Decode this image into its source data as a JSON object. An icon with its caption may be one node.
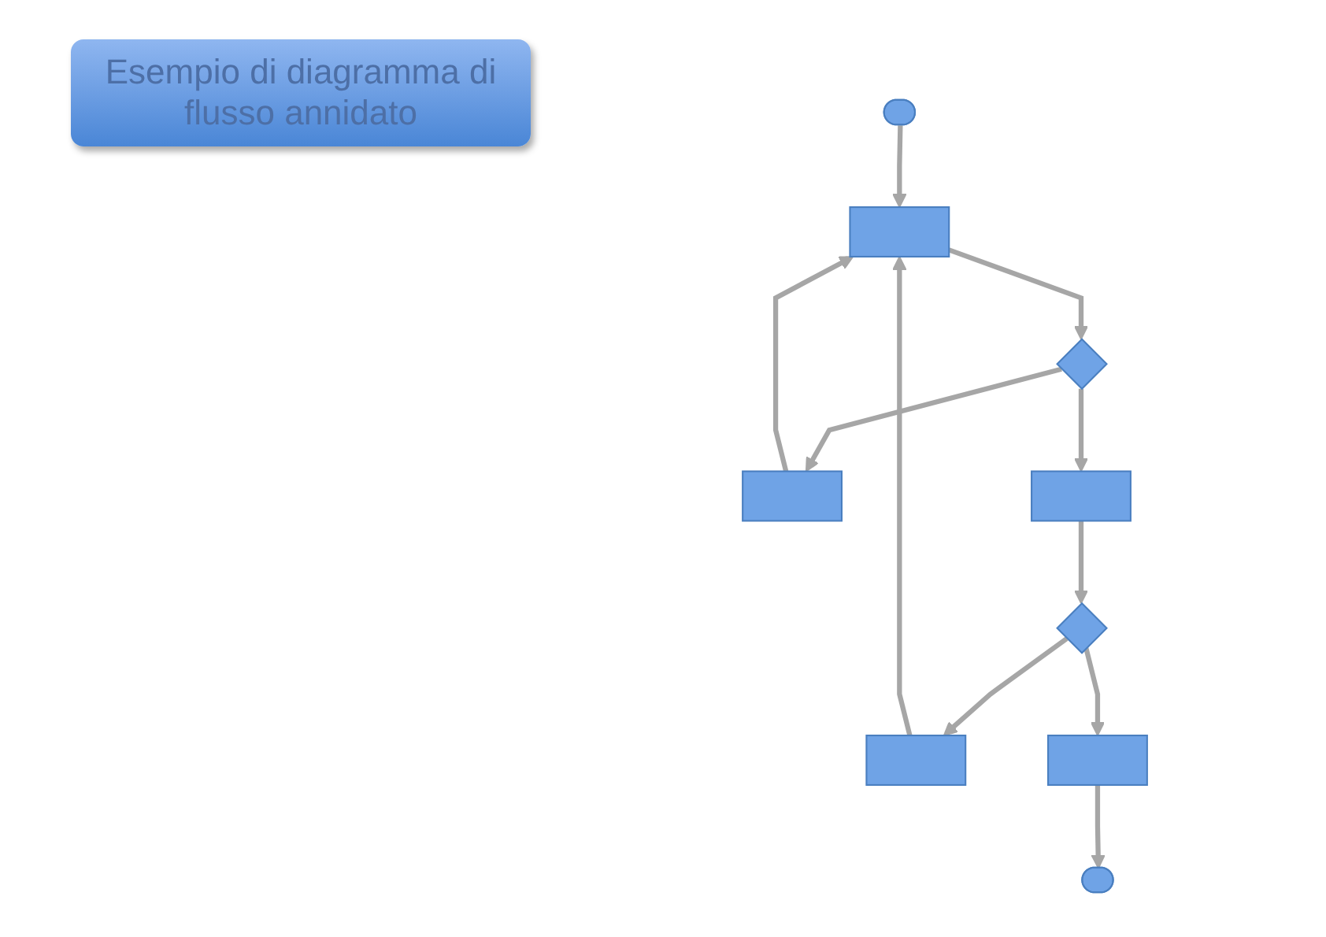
{
  "diagram": {
    "title": "Esempio di diagramma di flusso annidato",
    "nodes": [
      {
        "text": [],
        "shape": "ellipse"
      },
      {
        "text": [],
        "shape": "box"
      },
      {
        "text": [],
        "shape": "diamond"
      },
      {
        "text": [],
        "shape": "box"
      },
      {
        "text": [],
        "shape": "box"
      },
      {
        "text": [],
        "shape": "diamond"
      },
      {
        "text": [],
        "shape": "box"
      },
      {
        "text": [],
        "shape": "box"
      },
      {
        "text": [],
        "shape": "ellipse"
      }
    ],
    "edges": [
      {
        "from": 0,
        "to": 1,
        "arrow": "to"
      },
      {
        "from": 1,
        "to": 2,
        "arrow": "to"
      },
      {
        "from": 2,
        "to": 3,
        "arrow": "to"
      },
      {
        "from": 3,
        "to": 1,
        "arrow": "to"
      },
      {
        "from": 2,
        "to": 4,
        "arrow": "to"
      },
      {
        "from": 4,
        "to": 5,
        "arrow": "to"
      },
      {
        "from": 5,
        "to": 6,
        "arrow": "to"
      },
      {
        "from": 6,
        "to": 1,
        "arrow": "to"
      },
      {
        "from": 5,
        "to": 7,
        "arrow": "to"
      },
      {
        "from": 7,
        "to": 8,
        "arrow": "to"
      }
    ]
  }
}
